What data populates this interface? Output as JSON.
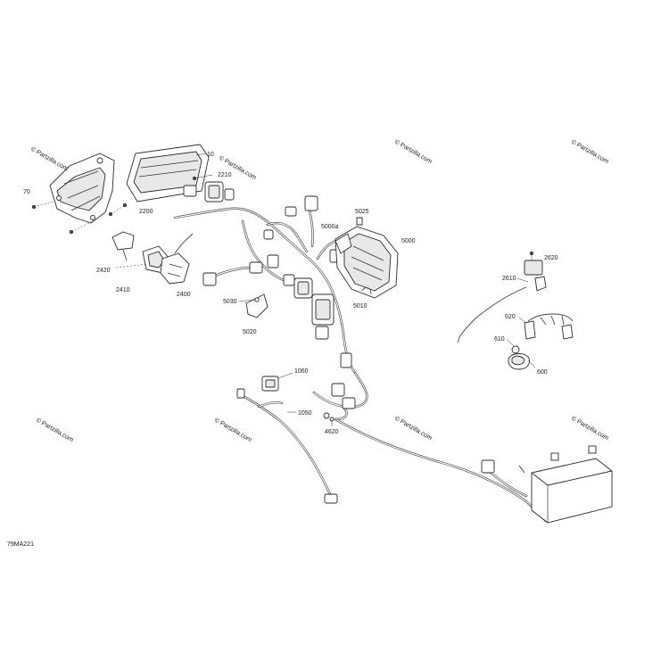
{
  "watermarks": {
    "brand": "© Partzilla.com",
    "main": "© Partzilla.com"
  },
  "diagram_code": "79MA221",
  "callouts": {
    "c10": "10",
    "c70": "70",
    "c2210": "2210",
    "c2200": "2200",
    "c2420": "2420",
    "c2410": "2410",
    "c2400": "2400",
    "c5030": "5030",
    "c5020": "5020",
    "c5025": "5025",
    "c5000a": "5000a",
    "c5000": "5000",
    "c5010": "5010",
    "c2620": "2620",
    "c2610": "2610",
    "c620": "620",
    "c610": "610",
    "c600": "600",
    "c1060": "1060",
    "c1050": "1050",
    "c4620": "4620"
  },
  "icons": {
    "copyright": "copyright-icon"
  }
}
